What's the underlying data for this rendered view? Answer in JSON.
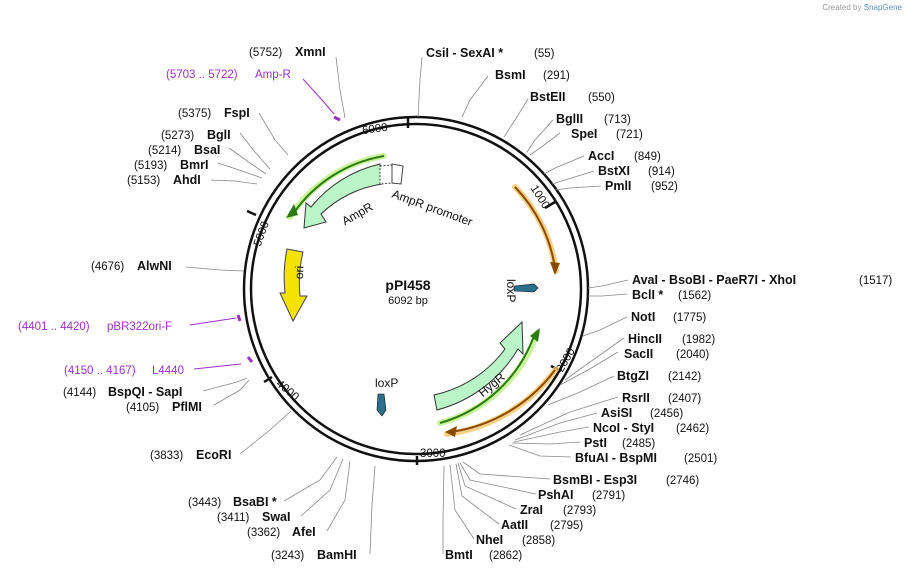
{
  "credit": {
    "prefix": "Created by",
    "brand": "SnapGene"
  },
  "plasmid": {
    "name": "pPI458",
    "size": "6092 bp"
  },
  "ticks": [
    "1000",
    "2000",
    "3000",
    "4000",
    "5000",
    "6000"
  ],
  "features": [
    {
      "name": "AmpR",
      "color": "#b9f5c6"
    },
    {
      "name": "AmpR promoter",
      "color": "#ffffff"
    },
    {
      "name": "ori",
      "color": "#f4e300"
    },
    {
      "name": "HygR",
      "color": "#b9f5c6"
    },
    {
      "name": "loxP",
      "color": "#2b6f8f"
    },
    {
      "name": "loxP",
      "color": "#2b6f8f"
    }
  ],
  "primers": [
    {
      "name": "Amp-R",
      "pos": "(5703 .. 5722)"
    },
    {
      "name": "pBR322ori-F",
      "pos": "(4401 .. 4420)"
    },
    {
      "name": "L4440",
      "pos": "(4150 .. 4167)"
    }
  ],
  "sites": [
    {
      "name": "CsiI  -  SexAI *",
      "pos": "(55)"
    },
    {
      "name": "BsmI",
      "pos": "(291)"
    },
    {
      "name": "BstEII",
      "pos": "(550)"
    },
    {
      "name": "BglII",
      "pos": "(713)"
    },
    {
      "name": "SpeI",
      "pos": "(721)"
    },
    {
      "name": "AccI",
      "pos": "(849)"
    },
    {
      "name": "BstXI",
      "pos": "(914)"
    },
    {
      "name": "PmlI",
      "pos": "(952)"
    },
    {
      "name": "AvaI  -  BsoBI  -  PaeR7I  -  XhoI",
      "pos": "(1517)"
    },
    {
      "name": "BclI *",
      "pos": "(1562)"
    },
    {
      "name": "NotI",
      "pos": "(1775)"
    },
    {
      "name": "HincII",
      "pos": "(1982)"
    },
    {
      "name": "SacII",
      "pos": "(2040)"
    },
    {
      "name": "BtgZI",
      "pos": "(2142)"
    },
    {
      "name": "RsrII",
      "pos": "(2407)"
    },
    {
      "name": "AsiSI",
      "pos": "(2456)"
    },
    {
      "name": "NcoI  -  StyI",
      "pos": "(2462)"
    },
    {
      "name": "PstI",
      "pos": "(2485)"
    },
    {
      "name": "BfuAI  -  BspMI",
      "pos": "(2501)"
    },
    {
      "name": "BsmBI  -  Esp3I",
      "pos": "(2746)"
    },
    {
      "name": "PshAI",
      "pos": "(2791)"
    },
    {
      "name": "ZraI",
      "pos": "(2793)"
    },
    {
      "name": "AatII",
      "pos": "(2795)"
    },
    {
      "name": "NheI",
      "pos": "(2858)"
    },
    {
      "name": "BmtI",
      "pos": "(2862)"
    },
    {
      "name": "BamHI",
      "pos": "(3243)"
    },
    {
      "name": "AfeI",
      "pos": "(3362)"
    },
    {
      "name": "SwaI",
      "pos": "(3411)"
    },
    {
      "name": "BsaBI *",
      "pos": "(3443)"
    },
    {
      "name": "EcoRI",
      "pos": "(3833)"
    },
    {
      "name": "PflMI",
      "pos": "(4105)"
    },
    {
      "name": "BspQI  -  SapI",
      "pos": "(4144)"
    },
    {
      "name": "AlwNI",
      "pos": "(4676)"
    },
    {
      "name": "AhdI",
      "pos": "(5153)"
    },
    {
      "name": "BmrI",
      "pos": "(5193)"
    },
    {
      "name": "BsaI",
      "pos": "(5214)"
    },
    {
      "name": "BglI",
      "pos": "(5273)"
    },
    {
      "name": "FspI",
      "pos": "(5375)"
    },
    {
      "name": "XmnI",
      "pos": "(5752)"
    }
  ]
}
